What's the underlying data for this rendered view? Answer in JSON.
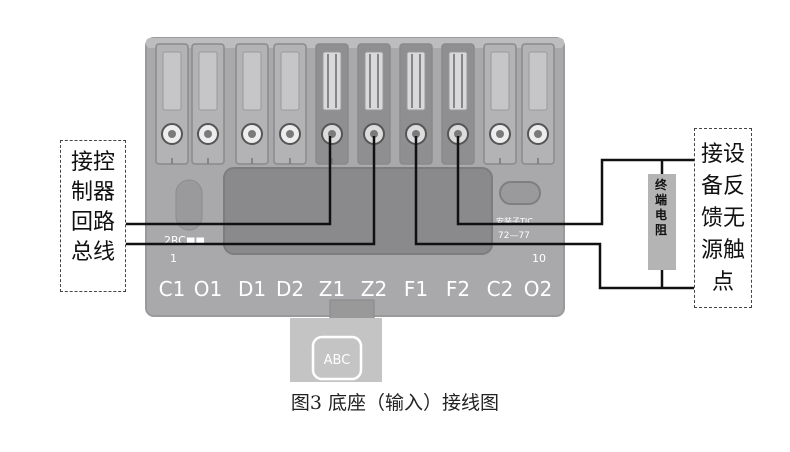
{
  "terminals": [
    "C1",
    "O1",
    "D1",
    "D2",
    "Z1",
    "Z2",
    "F1",
    "F2",
    "C2",
    "O2"
  ],
  "base_marks": {
    "model_text": "2RC",
    "pin_first": "1",
    "pin_last": "10",
    "right_text_1": "安装子TIC",
    "right_text_2": "72—77"
  },
  "left_box": {
    "lines": [
      "接控",
      "制器",
      "回路",
      "总线"
    ]
  },
  "right_box": {
    "lines": [
      "接设",
      "备反",
      "馈无",
      "源触",
      "点"
    ]
  },
  "resistor": {
    "lines": [
      "终",
      "端",
      "电",
      "阻"
    ]
  },
  "watermark": {
    "text": "ABC"
  },
  "caption": "图3 底座（输入）接线图",
  "colors": {
    "base": "#a9a9ab",
    "base_dark": "#8e8e90",
    "slot": "#8a8a8c",
    "wire": "#111111",
    "resistor": "#b4b4b4"
  }
}
